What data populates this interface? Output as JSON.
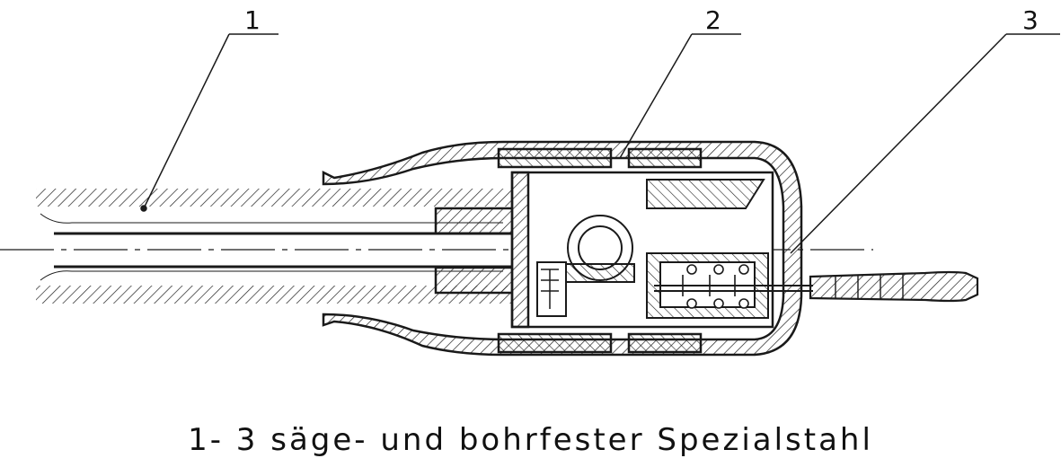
{
  "diagram": {
    "callouts": [
      {
        "id": "1",
        "label": "1"
      },
      {
        "id": "2",
        "label": "2"
      },
      {
        "id": "3",
        "label": "3"
      }
    ],
    "caption": "1- 3 säge- und bohrfester Spezialstahl",
    "colors": {
      "line": "#1a1a1a",
      "background": "#ffffff"
    }
  }
}
